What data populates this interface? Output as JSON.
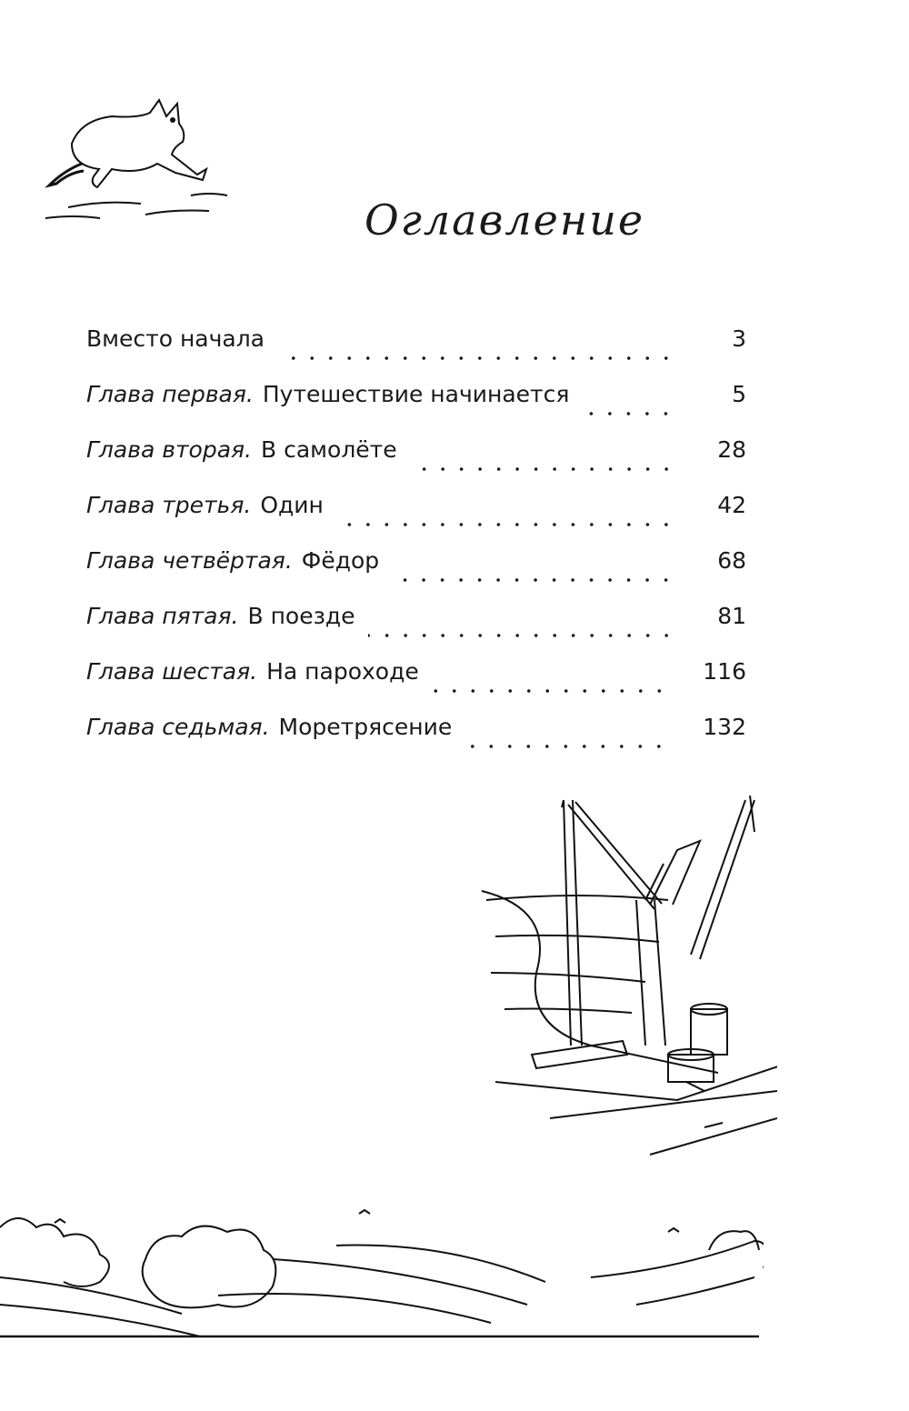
{
  "title": "Оглавление",
  "entries": [
    {
      "chapter": "",
      "name": "Вместо начала",
      "page": "3"
    },
    {
      "chapter": "Глава первая.",
      "name": "Путешествие начинается",
      "page": "5"
    },
    {
      "chapter": "Глава вторая.",
      "name": "В самолёте",
      "page": "28"
    },
    {
      "chapter": "Глава третья.",
      "name": "Один",
      "page": "42"
    },
    {
      "chapter": "Глава четвёртая.",
      "name": "Фёдор",
      "page": "68"
    },
    {
      "chapter": "Глава пятая.",
      "name": "В поезде",
      "page": "81"
    },
    {
      "chapter": "Глава шестая.",
      "name": "На пароходе",
      "page": "116"
    },
    {
      "chapter": "Глава седьмая.",
      "name": "Моретрясение",
      "page": "132"
    }
  ]
}
